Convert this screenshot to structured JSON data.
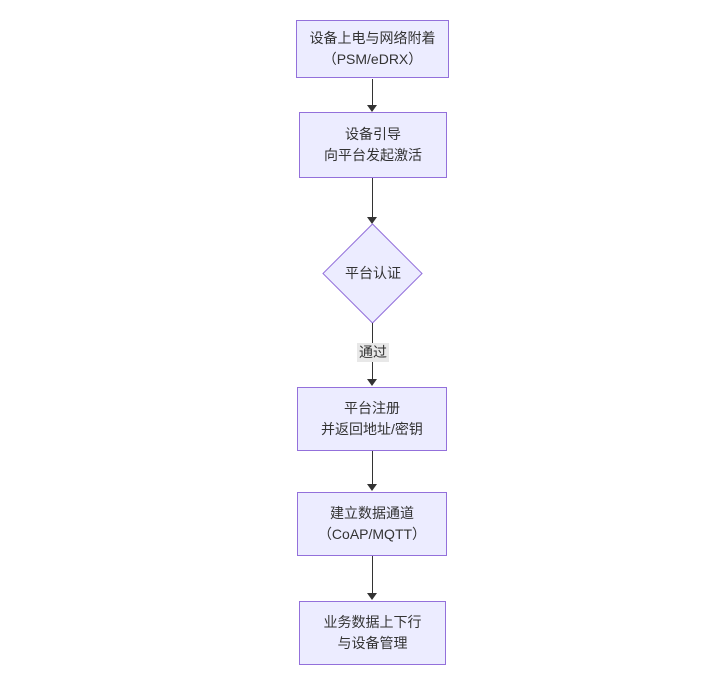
{
  "diagram": {
    "type": "flowchart",
    "direction": "top-down",
    "colors": {
      "background": "#ffffff",
      "node_fill": "#ECECFF",
      "node_border": "#9370DB",
      "text": "#333333",
      "edge": "#333333",
      "edge_label_bg": "#e8e8e8"
    },
    "nodes": [
      {
        "id": "n1",
        "shape": "rect",
        "lines": [
          "设备上电与网络附着",
          "（PSM/eDRX）"
        ]
      },
      {
        "id": "n2",
        "shape": "rect",
        "lines": [
          "设备引导",
          "向平台发起激活"
        ]
      },
      {
        "id": "n3",
        "shape": "diamond",
        "lines": [
          "平台认证"
        ]
      },
      {
        "id": "n4",
        "shape": "rect",
        "lines": [
          "平台注册",
          "并返回地址/密钥"
        ]
      },
      {
        "id": "n5",
        "shape": "rect",
        "lines": [
          "建立数据通道",
          "（CoAP/MQTT）"
        ]
      },
      {
        "id": "n6",
        "shape": "rect",
        "lines": [
          "业务数据上下行",
          "与设备管理"
        ]
      }
    ],
    "edges": [
      {
        "from": "n1",
        "to": "n2",
        "label": ""
      },
      {
        "from": "n2",
        "to": "n3",
        "label": ""
      },
      {
        "from": "n3",
        "to": "n4",
        "label": "通过"
      },
      {
        "from": "n4",
        "to": "n5",
        "label": ""
      },
      {
        "from": "n5",
        "to": "n6",
        "label": ""
      }
    ]
  }
}
